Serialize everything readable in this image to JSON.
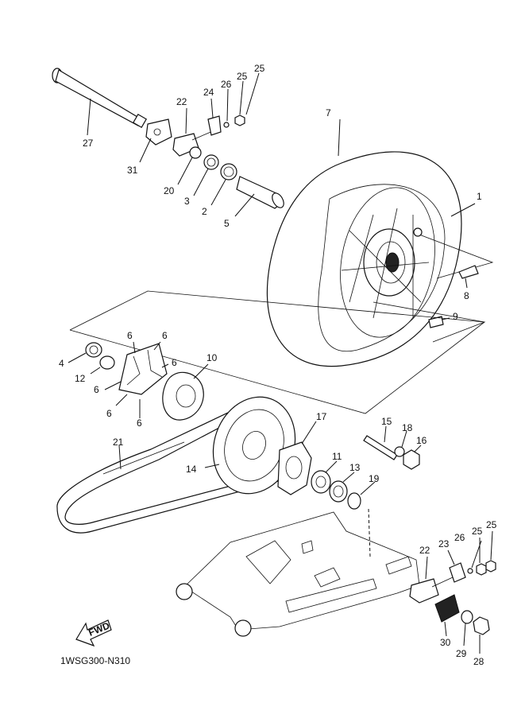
{
  "diagram_code": "1WSG300-N310",
  "fwd_label": "FWD",
  "callouts": {
    "c1": "1",
    "c2": "2",
    "c3": "3",
    "c4": "4",
    "c5": "5",
    "c6a": "6",
    "c6b": "6",
    "c6c": "6",
    "c6d": "6",
    "c6e": "6",
    "c6f": "6",
    "c7": "7",
    "c8": "8",
    "c9": "9",
    "c10": "10",
    "c11": "11",
    "c12": "12",
    "c13": "13",
    "c14": "14",
    "c15": "15",
    "c16": "16",
    "c17": "17",
    "c18": "18",
    "c19": "19",
    "c20": "20",
    "c21": "21",
    "c22a": "22",
    "c22b": "22",
    "c23": "23",
    "c24": "24",
    "c25a": "25",
    "c25b": "25",
    "c25c": "25",
    "c25d": "25",
    "c26a": "26",
    "c26b": "26",
    "c27": "27",
    "c28": "28",
    "c29": "29",
    "c30": "30",
    "c31": "31"
  }
}
